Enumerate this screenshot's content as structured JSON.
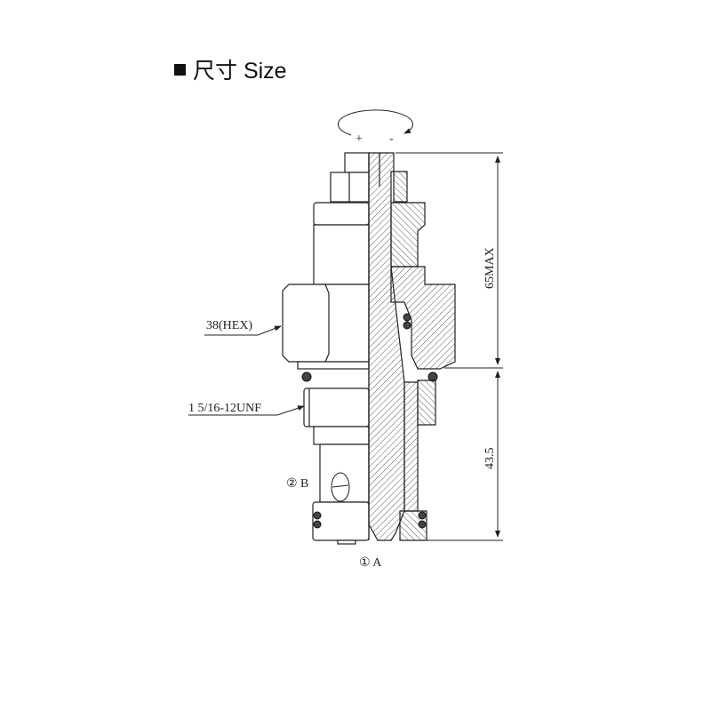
{
  "header": {
    "title": "尺寸 Size",
    "bullet_icon": "square-bullet"
  },
  "drawing": {
    "rotation_plus": "+",
    "rotation_minus": "-",
    "hex_label": "38(HEX)",
    "thread_label": "1 5/16-12UNF",
    "port_b_label": "② B",
    "port_a_label": "① A",
    "dim_total": "65MAX",
    "dim_lower": "43.5"
  }
}
